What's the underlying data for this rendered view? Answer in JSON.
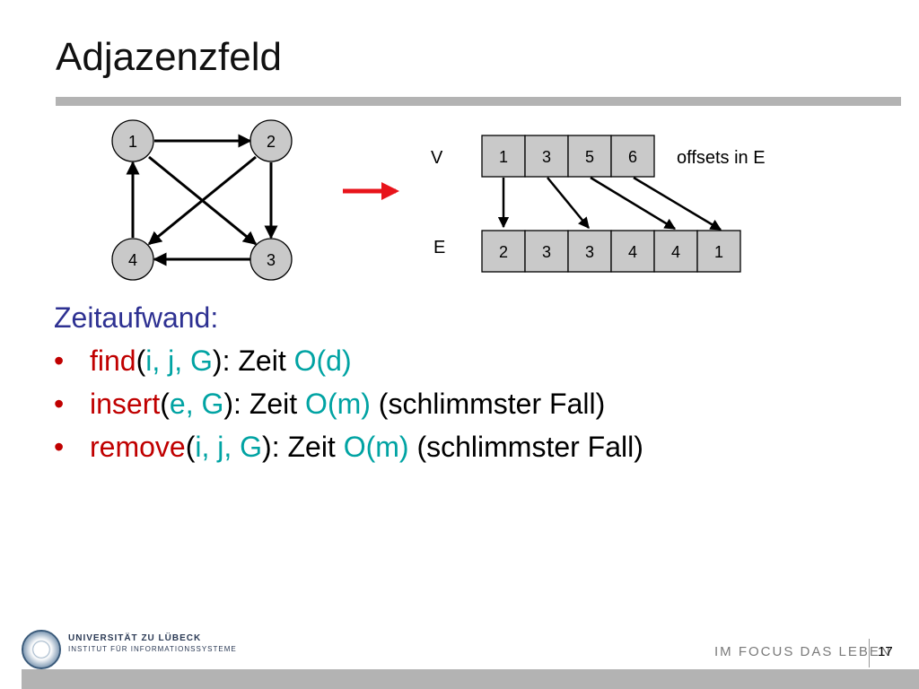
{
  "slide": {
    "title": "Adjazenzfeld",
    "page_number": "17"
  },
  "graph": {
    "nodes": [
      "1",
      "2",
      "3",
      "4"
    ]
  },
  "arrays": {
    "v_label": "V",
    "e_label": "E",
    "v_cells": [
      "1",
      "3",
      "5",
      "6"
    ],
    "e_cells": [
      "2",
      "3",
      "3",
      "4",
      "4",
      "1"
    ],
    "offsets_label": "offsets in E"
  },
  "content": {
    "heading": "Zeitaufwand:",
    "bullets": [
      {
        "fn": "find",
        "open": "(",
        "args": "i, j, G",
        "mid": "): Zeit ",
        "cost": "O(d)",
        "tail": ""
      },
      {
        "fn": "insert",
        "open": "(",
        "args": "e, G",
        "mid": "): Zeit ",
        "cost": "O(m)",
        "tail": " (schlimmster Fall)"
      },
      {
        "fn": "remove",
        "open": "(",
        "args": "i, j, G",
        "mid": "): Zeit ",
        "cost": "O(m)",
        "tail": " (schlimmster Fall)"
      }
    ]
  },
  "footer": {
    "university": "UNIVERSITÄT ZU LÜBECK",
    "institute": "INSTITUT FÜR INFORMATIONSSYSTEME",
    "motto": "IM FOCUS DAS LEBEN"
  },
  "colors": {
    "function": "#c00000",
    "argument": "#00a3a3",
    "heading": "#2e3192",
    "cell_fill": "#c9c9c9",
    "rule_gray": "#b3b3b3"
  }
}
